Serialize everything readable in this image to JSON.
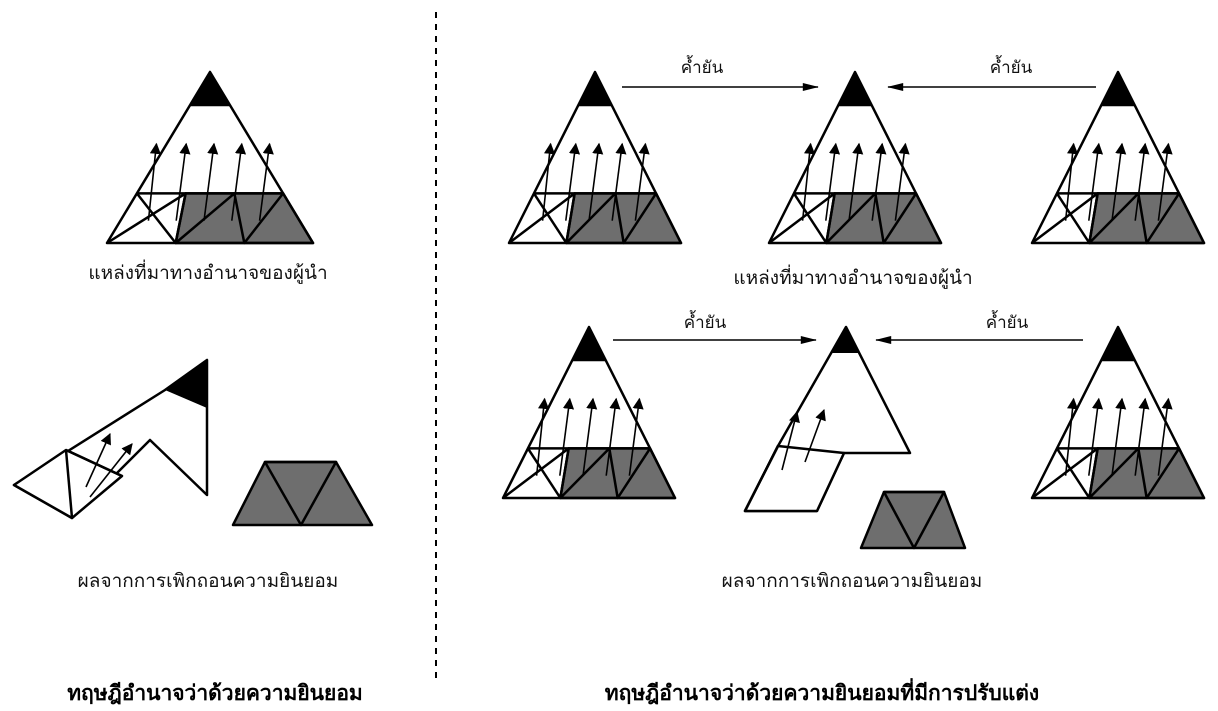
{
  "left_panel": {
    "caption_top": "แหล่งที่มาทางอำนาจของผู้นำ",
    "caption_bottom": "ผลจากการเพิกถอนความยินยอม",
    "title": "ทฤษฎีอำนาจว่าด้วยความยินยอม"
  },
  "right_panel": {
    "caption_top": "แหล่งที่มาทางอำนาจของผู้นำ",
    "caption_bottom": "ผลจากการเพิกถอนความยินยอม",
    "title": "ทฤษฎีอำนาจว่าด้วยความยินยอมที่มีการปรับแต่ง",
    "arrow_labels": {
      "top_left": "ค้ำยัน",
      "top_right": "ค้ำยัน",
      "bottom_left": "ค้ำยัน",
      "bottom_right": "ค้ำยัน"
    }
  },
  "colors": {
    "shade": "#6e6e6e",
    "apex": "#000000",
    "divider": "#000000"
  }
}
